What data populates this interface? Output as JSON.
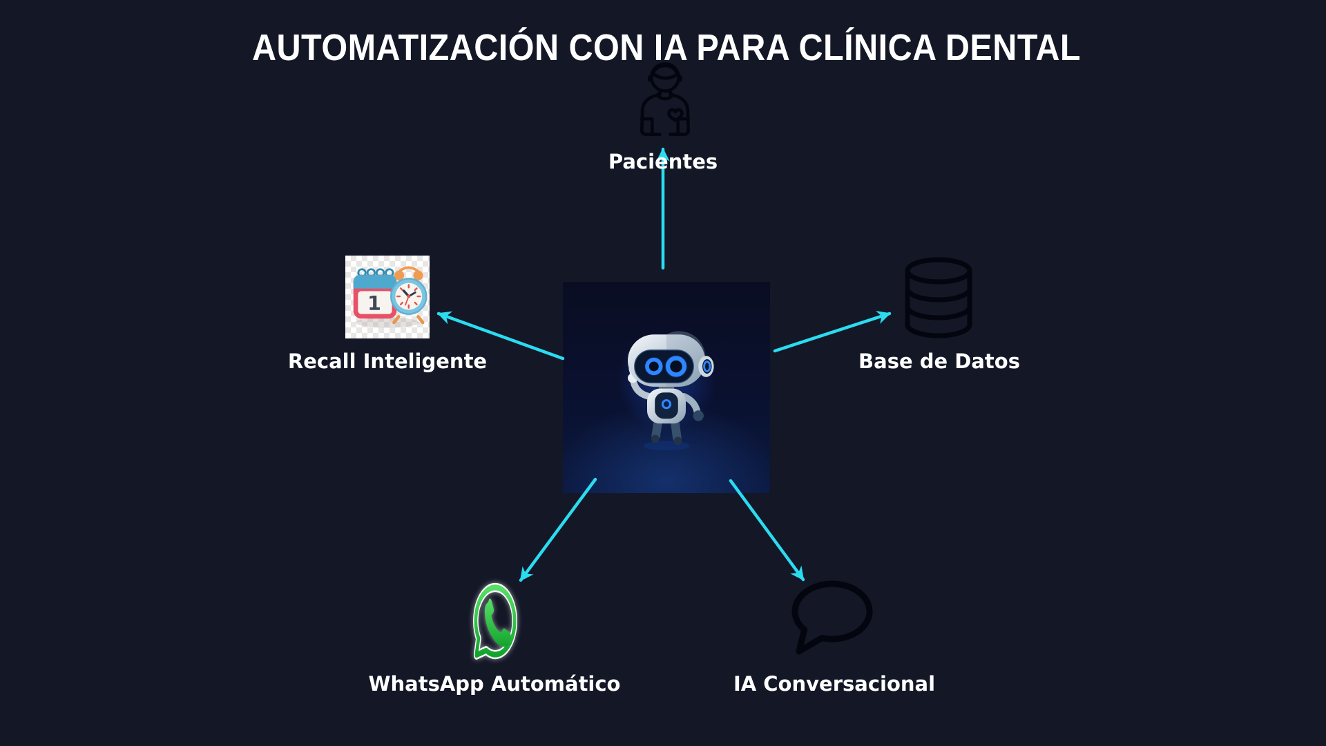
{
  "title": "AUTOMATIZACIÓN CON IA PARA CLÍNICA DENTAL",
  "colors": {
    "background": "#131726",
    "title_text": "#ffffff",
    "label_text": "#ffffff",
    "arrow": "#2bdcf1",
    "dark_icon_stroke": "#04060f",
    "whatsapp_green": "#2bc434",
    "center_panel_top": "#0a0d22",
    "center_panel_glow": "#14306b",
    "robot_eye_blue": "#2f86ff"
  },
  "center": {
    "icon": "ai-robot-image"
  },
  "nodes": [
    {
      "label": "Pacientes",
      "icon": "patient-person-icon",
      "position": "top"
    },
    {
      "label": "Recall Inteligente",
      "icon": "calendar-alarm-clock-icon",
      "position": "left",
      "calendar_day": "1"
    },
    {
      "label": "Base de Datos",
      "icon": "database-icon",
      "position": "right"
    },
    {
      "label": "WhatsApp Automático",
      "icon": "whatsapp-icon",
      "position": "bottom-left"
    },
    {
      "label": "IA Conversacional",
      "icon": "chat-bubble-icon",
      "position": "bottom-right"
    }
  ]
}
